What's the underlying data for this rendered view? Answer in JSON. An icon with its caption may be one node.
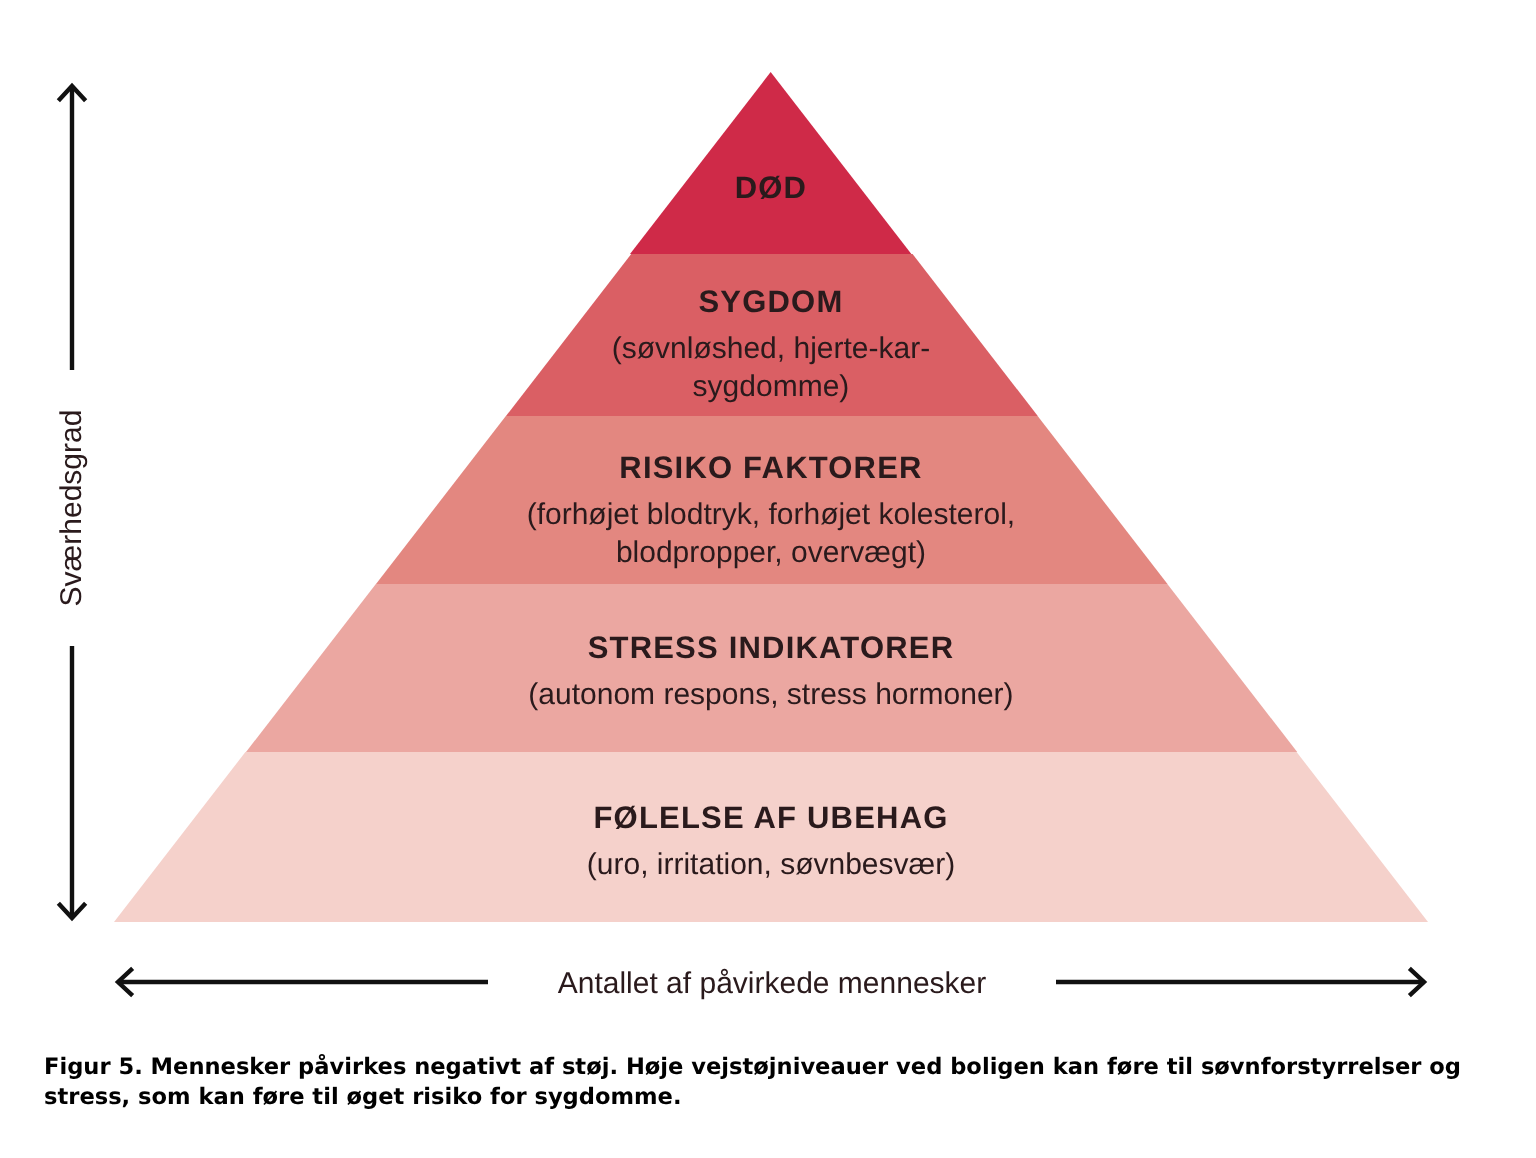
{
  "diagram": {
    "caption": "Figur 5. Mennesker påvirkes negativt af støj. Høje vejstøjniveauer ved boligen kan føre til søvnforstyrrelser og stress, som kan føre til øget risiko for sygdomme.",
    "nodes": [
      {
        "text": [
          "DØD"
        ]
      },
      {
        "text": [
          "SYGDOM",
          "(søvnløshed, hjerte-kar-sygdomme)"
        ]
      },
      {
        "text": [
          "RISIKO FAKTORER",
          "(forhøjet blodtryk, forhøjet kolesterol, blodpropper, overvægt)"
        ]
      },
      {
        "text": [
          "STRESS INDIKATORER",
          "(autonom respons, stress hormoner)"
        ]
      },
      {
        "text": [
          "FØLELSE AF UBEHAG",
          "(uro, irritation, søvnbesvær)"
        ]
      }
    ],
    "edges": [],
    "labels": [
      "Sværhedsgrad",
      "Antallet af påvirkede mennesker"
    ]
  }
}
